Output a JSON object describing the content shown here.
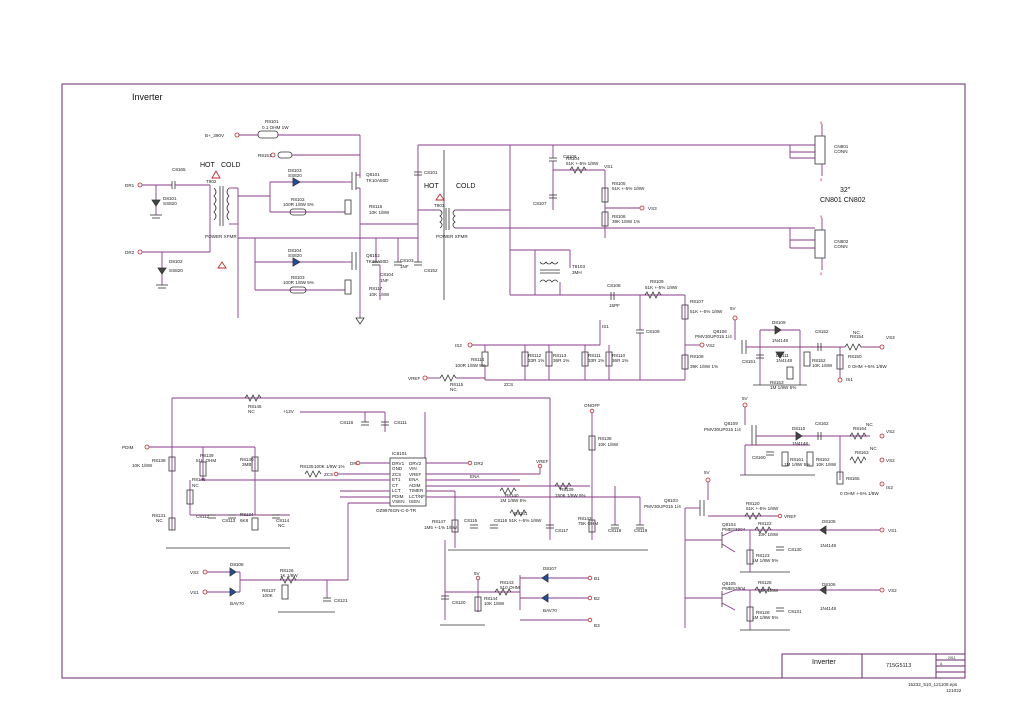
{
  "sheet": {
    "title": "Inverter",
    "title_block_name": "Inverter",
    "title_block_code": "715G5113",
    "title_block_rev": "A",
    "title_block_date": "2011",
    "footer_file": "15232_510_121108.eps",
    "footer_date": "121022"
  },
  "transformer_sections": [
    {
      "hot": "HOT",
      "cold": "COLD",
      "name": "T902",
      "sub": "POWER XFMR"
    },
    {
      "hot": "HOT",
      "cold": "COLD",
      "name": "T903",
      "sub": "POWER XFMR"
    }
  ],
  "connectors": [
    {
      "ref": "CN801",
      "desc": "CONN"
    },
    {
      "ref": "CN802",
      "desc": "CONN"
    }
  ],
  "connector_caption": "32\"",
  "connector_caption_line2": "CN801  CN802",
  "nets": {
    "b_plus": "B+_390V",
    "dr1": "DR1",
    "dr2": "DR2",
    "is2": "IS2",
    "vref": "VREF",
    "pdim": "PDIM",
    "ovp": "ONOFF",
    "vs2": "VS2",
    "vs1": "VS1",
    "vs3": "VS3",
    "is1": "IS1",
    "v12": "+12V",
    "ena": "ENA",
    "vs2b": "VS2",
    "zcs": "ZCS",
    "b1": "B1",
    "b2": "B2",
    "b3": "B3",
    "bv": "5V",
    "bv2": "5V"
  },
  "components": {
    "r8101": "R8101",
    "r8101v": "0.1 OHM 1W",
    "r8151": "R8151",
    "d8103": "D8103",
    "d8103v": "SS820",
    "d8104": "D8104",
    "d8104v": "SS820",
    "d8101": "D8101",
    "d8101v": "SS820",
    "d8102": "D8102",
    "d8102v": "SS820",
    "c8165": "C8165",
    "q8101": "Q8101",
    "q8101v": "TK10A50D",
    "q8152": "Q8152",
    "q8152v": "TK10A50D",
    "r8102": "R8102",
    "r8102v": "100R 1/8W 5%",
    "r8103": "R8103",
    "r8103v": "100R 1/8W 5%",
    "r8116": "R8116",
    "r8116v": "10K 1/8W",
    "r8117": "R8117",
    "r8117v": "10K 1/8W",
    "c8101": "C8101",
    "c8104": "C8104",
    "c8104v": "1NF",
    "c8103": "C8103",
    "c8103v": "1NF",
    "c8152": "C8152",
    "c8106": "C8106",
    "c8107": "C8107",
    "r8104": "R8104",
    "r8104v": "51K +-5% 1/8W",
    "r8105": "R8105",
    "r8105v": "51K +-5% 1/8W",
    "r8106": "R8106",
    "r8106v": "39K 1/8W 1%",
    "t8103": "T8103",
    "t8103v": "3MH",
    "c8108": "C8108",
    "c8108v": "15PF",
    "r8109": "R8109",
    "r8109v": "51K +-5% 1/8W",
    "r8107": "R8107",
    "r8107v": "51K +-5% 1/8W",
    "r8108": "R8108",
    "r8108v": "39K 1/8W 1%",
    "c8109": "C8109",
    "r8114": "R8114",
    "r8114v": "100R 1/8W 5%",
    "r8112": "R8112",
    "r8112v": "33R 1%",
    "r8113": "R8113",
    "r8113v": "36R 1%",
    "r8111": "R8111",
    "r8111v": "33R 1%",
    "r8110": "R8110",
    "r8110v": "36R 1%",
    "r8115": "R8115",
    "r8115v": "NC",
    "q8106": "Q8106",
    "q8106v": "PMV30UP015 1/4",
    "d8109": "D8109",
    "d8109v": "1N4148",
    "d8111": "D8111",
    "d8111v": "1N4148",
    "c8151": "C8151",
    "c8152b": "C8152",
    "r8154": "R8154",
    "r8154v": "NC",
    "r8152": "R8152",
    "r8152v": "10K 1/8W",
    "r8153": "R8153",
    "r8153v": "1M 1/8W 5%",
    "r8150": "R8150",
    "r8150v": "0 OHM +-5% 1/8W",
    "r8145": "R8145",
    "r8145v": "NC",
    "c8116": "C8116",
    "c8111": "C8111",
    "ic8101": "IC8101",
    "ic8101v": "OZ9976GN-C-0-TR",
    "ic_pins_left": [
      "DRV1",
      "GND",
      "ZCS",
      "ET1",
      "CT",
      "LCT",
      "PDIM",
      "VSEN"
    ],
    "ic_pins_right": [
      "DRV2",
      "VIN",
      "VREF",
      "ENA",
      "ADIM",
      "TIMER",
      "LCT/NF",
      "ISEN"
    ],
    "r8138": "R8138",
    "r8138v": "10K 1/8W",
    "r8139": "R8139",
    "r8139v": "51K OHM",
    "r8130": "R8130",
    "r8130v": "3MB",
    "r8146": "R8146",
    "r8146v": "NC",
    "r8135": "R8135",
    "r8135v": "100K 1/8W 1%",
    "r8131": "R8131",
    "r8131v": "NC",
    "c8112": "C8112",
    "c8113": "C8113",
    "r8134": "R8134",
    "r8134v": "6K8",
    "c8114": "C8114",
    "c8114v": "NC",
    "r8136": "R8136",
    "r8136v": "10K 1/8W",
    "r8140": "R8140",
    "r8140v": "1M 1/8W 5%",
    "r8141": "R8141",
    "r8141v": "51K +-5% 1/8W",
    "r8139b": "R8139",
    "r8139bv": "150K 1/8W 5%",
    "r8147": "R8147",
    "r8147v": "1M5 +-1% 1/8W",
    "c8115": "C8115",
    "c8116b": "C8116",
    "c8117": "C8117",
    "r8142": "R8142",
    "r8142v": "75K OHM",
    "c8118": "C8118",
    "c8119": "C8119",
    "d8108": "D8108",
    "d8108v": "BAV70",
    "r8126": "R8126",
    "r8126v": "1K 1/8W",
    "r8137": "R8137",
    "r8137v": "100K",
    "c8121": "C8121",
    "r8143": "R8143",
    "r8143v": "510 OHM",
    "r8144": "R8144",
    "r8144v": "10K 1/8W",
    "c8120": "C8120",
    "d8107": "D8107",
    "d8107v": "BAV70",
    "q8109": "Q8109",
    "q8109v": "PMV30UP015 1/4",
    "d8110": "D8110",
    "d8110v": "1N4148",
    "c8160": "C8160",
    "r8161": "R8161",
    "r8161v": "1M 1/8W 5%",
    "r8162": "R8162",
    "r8162v": "10K 1/8W",
    "c8162": "C8162",
    "r8164": "R8164",
    "r8164v": "NC",
    "r8163": "R8163",
    "r8163v": "NC",
    "r8165": "R8165",
    "r8165v": "0 OHM +-5% 1/8W",
    "q8103": "Q8103",
    "q8103v": "PMV30UP015 1/4",
    "r8120": "R8120",
    "r8120v": "51K +-5% 1/8W",
    "q8104": "Q8104",
    "q8104v": "PMBS3904",
    "r8122": "R8122",
    "r8122v": "10K 1/8W",
    "r8123": "R8123",
    "r8123v": "1M 1/8W 5%",
    "c8130": "C8130",
    "d8105": "D8105",
    "d8105v": "1N4148",
    "q8105": "Q8105",
    "q8105v": "PMBS3904",
    "r8125": "R8125",
    "r8125v": "10K 1/8W",
    "r8128": "R8128",
    "r8128v": "1M 1/8W 5%",
    "c8131": "C8131",
    "d8106": "D8106",
    "d8106v": "1N4148"
  },
  "colors": {
    "wire": "#8a3a8a",
    "port": "#c0282c",
    "frame": "#6a2a6a"
  }
}
